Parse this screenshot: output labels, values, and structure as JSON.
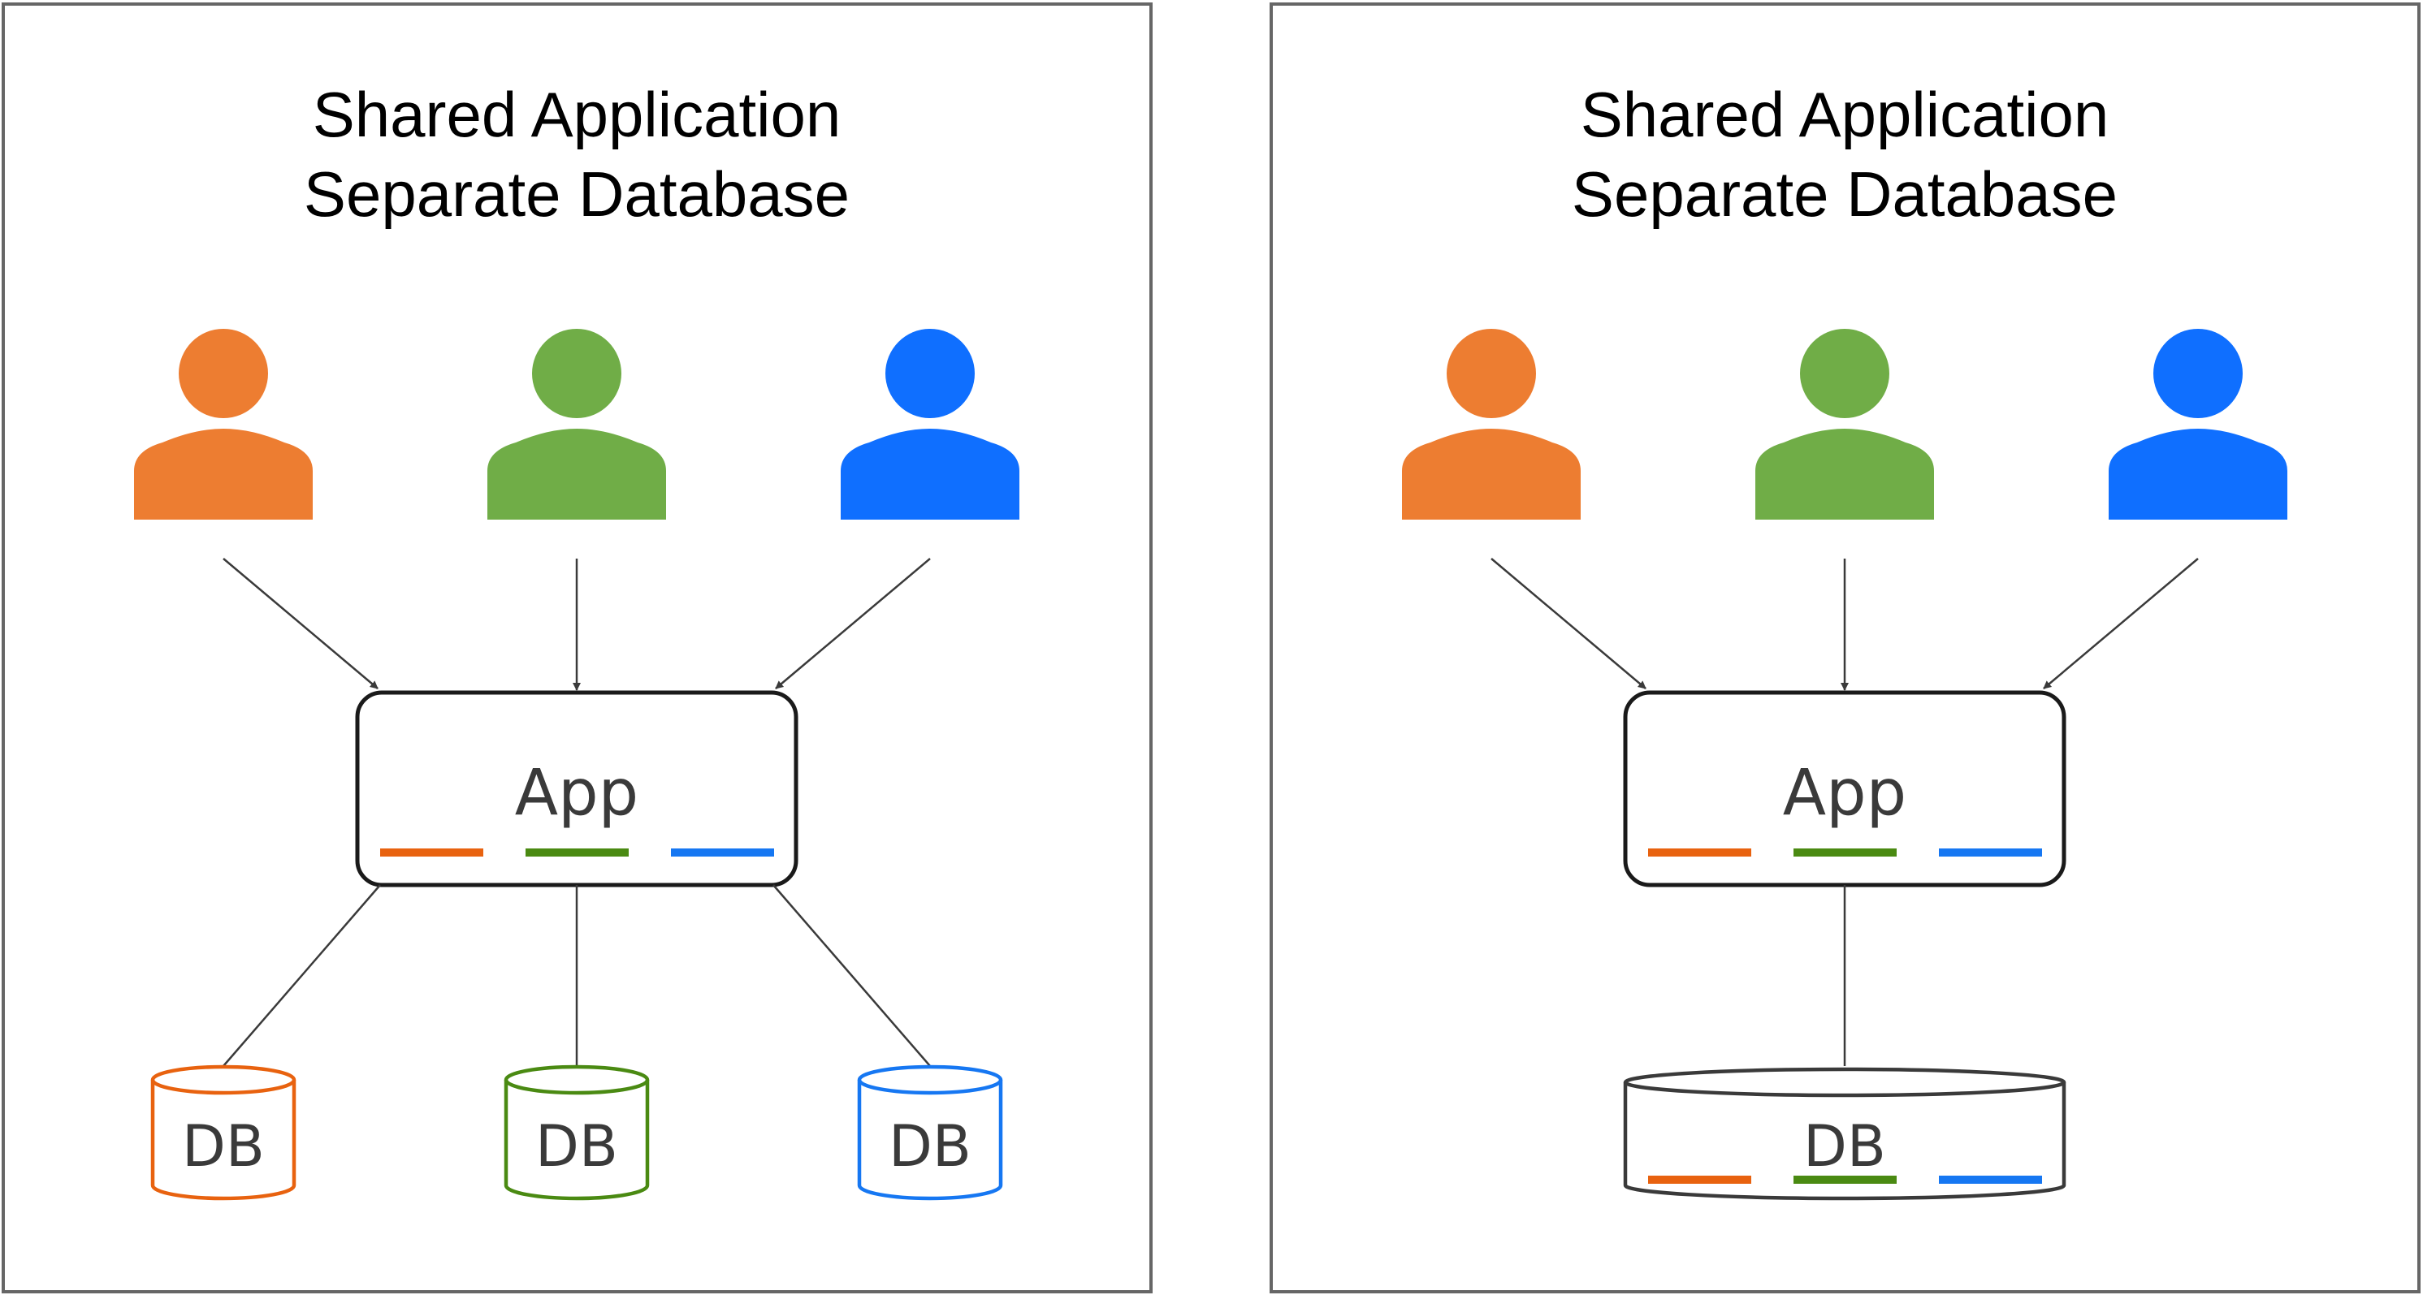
{
  "colors": {
    "orange": "#ED7D31",
    "green": "#70AD47",
    "blue": "#0F6FFF",
    "stripe_orange": "#E8620F",
    "stripe_green": "#4A8A12",
    "stripe_blue": "#1677F2",
    "neutral": "#3A3A3A"
  },
  "panels": [
    {
      "title_line1": "Shared Application",
      "title_line2": "Separate Database",
      "users": [
        {
          "icon": "person-icon",
          "color": "orange"
        },
        {
          "icon": "person-icon",
          "color": "green"
        },
        {
          "icon": "person-icon",
          "color": "blue"
        }
      ],
      "app": {
        "label": "App",
        "stripes": [
          "orange",
          "green",
          "blue"
        ]
      },
      "databases": [
        {
          "label": "DB",
          "color": "orange"
        },
        {
          "label": "DB",
          "color": "green"
        },
        {
          "label": "DB",
          "color": "blue"
        }
      ]
    },
    {
      "title_line1": "Shared Application",
      "title_line2": "Separate Database",
      "users": [
        {
          "icon": "person-icon",
          "color": "orange"
        },
        {
          "icon": "person-icon",
          "color": "green"
        },
        {
          "icon": "person-icon",
          "color": "blue"
        }
      ],
      "app": {
        "label": "App",
        "stripes": [
          "orange",
          "green",
          "blue"
        ]
      },
      "databases": [
        {
          "label": "DB",
          "color": "neutral",
          "stripes": [
            "orange",
            "green",
            "blue"
          ]
        }
      ]
    }
  ]
}
